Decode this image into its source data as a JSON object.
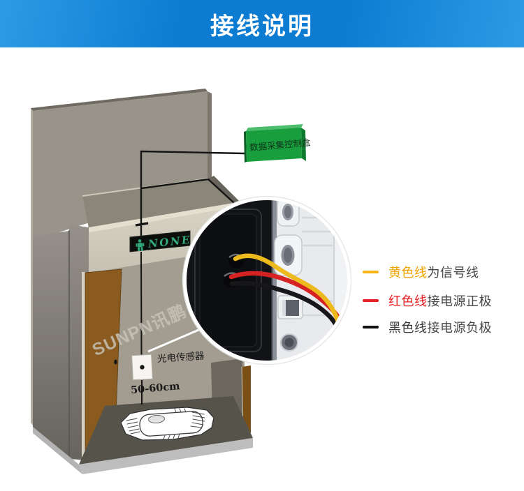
{
  "header": {
    "title": "接线说明",
    "edge_color": "#2d9be4",
    "mid_color": "#0b7cd2"
  },
  "scene": {
    "control_box_label": "数据采集控制盒",
    "display_status_text": "NONE",
    "sensor_label": "光电传感器",
    "distance_label": "50-60cm",
    "watermark": "SUNPN讯鹏",
    "colors": {
      "box_green": "#189e3c",
      "led_green": "#33a87a",
      "wire_yellow": "#ecba1c",
      "wire_red": "#d62222",
      "wire_black": "#17171a"
    }
  },
  "legend": {
    "items": [
      {
        "swatch_color": "#f5b515",
        "highlight": "黄色线",
        "highlight_color": "#f0a400",
        "rest": "为信号线"
      },
      {
        "swatch_color": "#e62222",
        "highlight": "红色线",
        "highlight_color": "#e62222",
        "rest": "接电源正极"
      },
      {
        "swatch_color": "#111111",
        "highlight": "黑色线",
        "highlight_color": "#3a3a3a",
        "rest": "接电源负极"
      }
    ]
  }
}
